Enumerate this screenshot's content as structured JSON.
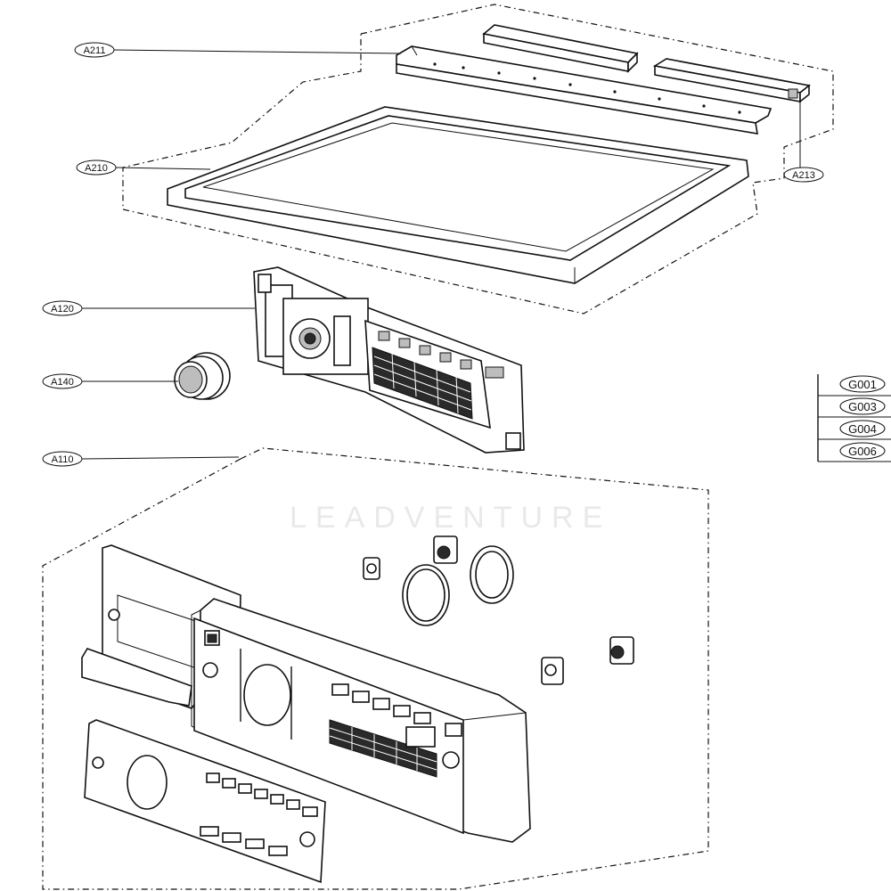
{
  "callouts": {
    "a211": "A211",
    "a210": "A210",
    "a213": "A213",
    "a120": "A120",
    "a140": "A140",
    "a110": "A110"
  },
  "side_table": {
    "rows": [
      "G001",
      "G003",
      "G004",
      "G006"
    ]
  },
  "watermark": "LEADVENTURE",
  "colors": {
    "line": "#111111",
    "background": "#ffffff"
  }
}
